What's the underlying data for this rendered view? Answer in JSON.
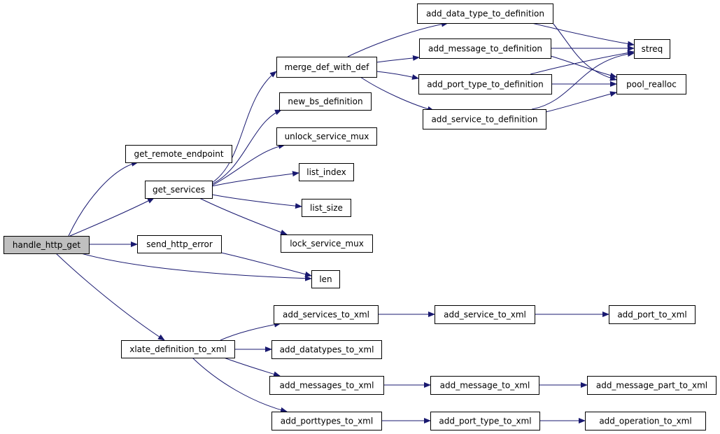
{
  "colors": {
    "edge": "#191970",
    "node_border": "#000000",
    "node_fill": "#ffffff",
    "root_fill": "#bfbfbf",
    "text": "#000000"
  },
  "graph": {
    "nodes": [
      {
        "id": "handle_http_get",
        "label": "handle_http_get",
        "root": true
      },
      {
        "id": "get_remote_endpoint",
        "label": "get_remote_endpoint"
      },
      {
        "id": "get_services",
        "label": "get_services"
      },
      {
        "id": "send_http_error",
        "label": "send_http_error"
      },
      {
        "id": "len",
        "label": "len"
      },
      {
        "id": "xlate_definition_to_xml",
        "label": "xlate_definition_to_xml"
      },
      {
        "id": "merge_def_with_def",
        "label": "merge_def_with_def"
      },
      {
        "id": "new_bs_definition",
        "label": "new_bs_definition"
      },
      {
        "id": "unlock_service_mux",
        "label": "unlock_service_mux"
      },
      {
        "id": "list_index",
        "label": "list_index"
      },
      {
        "id": "list_size",
        "label": "list_size"
      },
      {
        "id": "lock_service_mux",
        "label": "lock_service_mux"
      },
      {
        "id": "add_data_type_to_definition",
        "label": "add_data_type_to_definition"
      },
      {
        "id": "add_message_to_definition",
        "label": "add_message_to_definition"
      },
      {
        "id": "add_port_type_to_definition",
        "label": "add_port_type_to_definition"
      },
      {
        "id": "add_service_to_definition",
        "label": "add_service_to_definition"
      },
      {
        "id": "streq",
        "label": "streq"
      },
      {
        "id": "pool_realloc",
        "label": "pool_realloc"
      },
      {
        "id": "add_services_to_xml",
        "label": "add_services_to_xml"
      },
      {
        "id": "add_datatypes_to_xml",
        "label": "add_datatypes_to_xml"
      },
      {
        "id": "add_messages_to_xml",
        "label": "add_messages_to_xml"
      },
      {
        "id": "add_porttypes_to_xml",
        "label": "add_porttypes_to_xml"
      },
      {
        "id": "add_service_to_xml",
        "label": "add_service_to_xml"
      },
      {
        "id": "add_port_to_xml",
        "label": "add_port_to_xml"
      },
      {
        "id": "add_message_to_xml",
        "label": "add_message_to_xml"
      },
      {
        "id": "add_message_part_to_xml",
        "label": "add_message_part_to_xml"
      },
      {
        "id": "add_port_type_to_xml",
        "label": "add_port_type_to_xml"
      },
      {
        "id": "add_operation_to_xml",
        "label": "add_operation_to_xml"
      }
    ],
    "edges": [
      [
        "handle_http_get",
        "get_remote_endpoint"
      ],
      [
        "handle_http_get",
        "get_services"
      ],
      [
        "handle_http_get",
        "send_http_error"
      ],
      [
        "handle_http_get",
        "len"
      ],
      [
        "handle_http_get",
        "xlate_definition_to_xml"
      ],
      [
        "get_services",
        "merge_def_with_def"
      ],
      [
        "get_services",
        "new_bs_definition"
      ],
      [
        "get_services",
        "unlock_service_mux"
      ],
      [
        "get_services",
        "list_index"
      ],
      [
        "get_services",
        "list_size"
      ],
      [
        "get_services",
        "lock_service_mux"
      ],
      [
        "send_http_error",
        "len"
      ],
      [
        "merge_def_with_def",
        "add_data_type_to_definition"
      ],
      [
        "merge_def_with_def",
        "add_message_to_definition"
      ],
      [
        "merge_def_with_def",
        "add_port_type_to_definition"
      ],
      [
        "merge_def_with_def",
        "add_service_to_definition"
      ],
      [
        "add_data_type_to_definition",
        "streq"
      ],
      [
        "add_data_type_to_definition",
        "pool_realloc"
      ],
      [
        "add_message_to_definition",
        "streq"
      ],
      [
        "add_message_to_definition",
        "pool_realloc"
      ],
      [
        "add_port_type_to_definition",
        "streq"
      ],
      [
        "add_port_type_to_definition",
        "pool_realloc"
      ],
      [
        "add_service_to_definition",
        "streq"
      ],
      [
        "add_service_to_definition",
        "pool_realloc"
      ],
      [
        "xlate_definition_to_xml",
        "add_services_to_xml"
      ],
      [
        "xlate_definition_to_xml",
        "add_datatypes_to_xml"
      ],
      [
        "xlate_definition_to_xml",
        "add_messages_to_xml"
      ],
      [
        "xlate_definition_to_xml",
        "add_porttypes_to_xml"
      ],
      [
        "add_services_to_xml",
        "add_service_to_xml"
      ],
      [
        "add_service_to_xml",
        "add_port_to_xml"
      ],
      [
        "add_messages_to_xml",
        "add_message_to_xml"
      ],
      [
        "add_message_to_xml",
        "add_message_part_to_xml"
      ],
      [
        "add_porttypes_to_xml",
        "add_port_type_to_xml"
      ],
      [
        "add_port_type_to_xml",
        "add_operation_to_xml"
      ]
    ]
  }
}
